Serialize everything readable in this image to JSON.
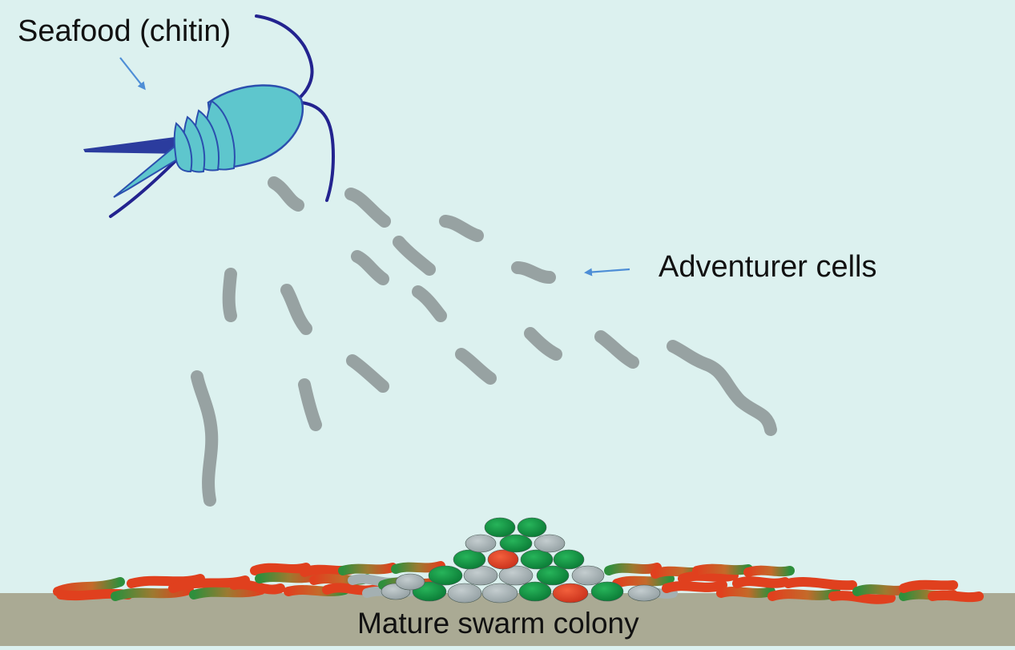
{
  "labels": {
    "seafood": "Seafood (chitin)",
    "adventurer": "Adventurer cells",
    "colony": "Mature swarm colony"
  },
  "colors": {
    "background": "#dcf1ef",
    "ground": "#aaaa94",
    "copepod_body": "#5ec6cd",
    "copepod_outline": "#2b4fae",
    "antenna": "#23238f",
    "arrow": "#4e8ed6",
    "adventurer_cell": "#97a2a2",
    "colony_green": "#0d8b3e",
    "colony_red": "#e0401e",
    "colony_gray": "#a4b0b2"
  }
}
